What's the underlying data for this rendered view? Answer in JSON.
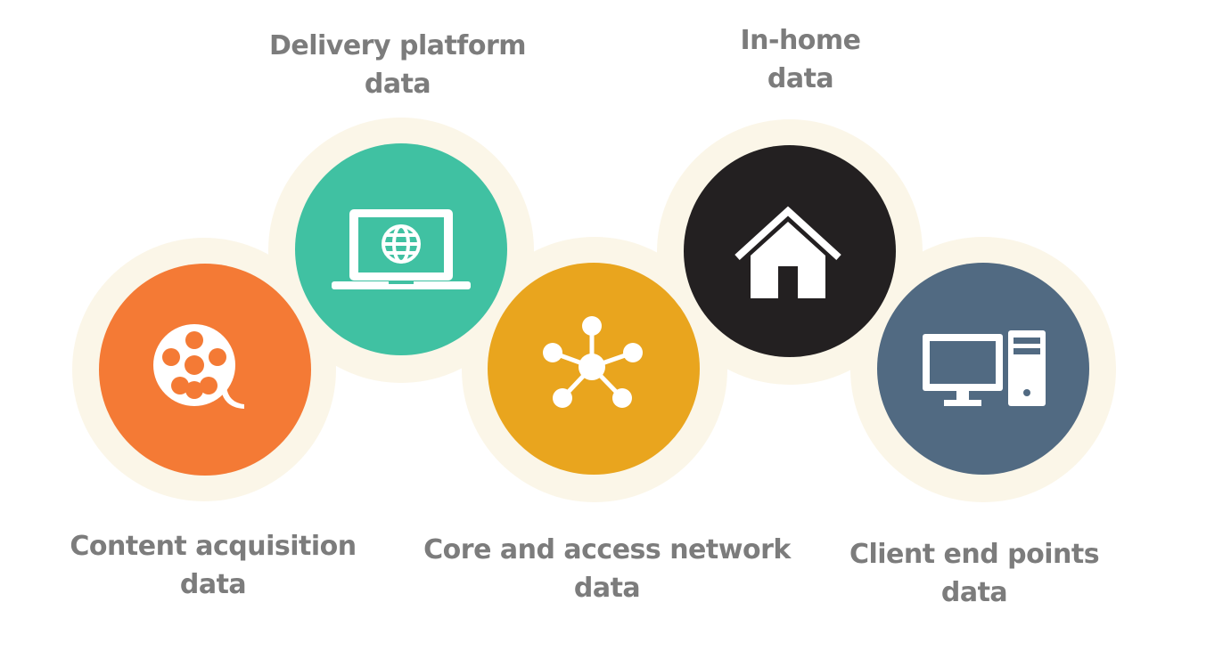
{
  "nodes": [
    {
      "id": "content",
      "icon": "film-reel-icon",
      "color": "#f47a35",
      "label_line1": "Content acquisition",
      "label_line2": "data"
    },
    {
      "id": "delivery",
      "icon": "laptop-globe-icon",
      "color": "#40c1a2",
      "label_line1": "Delivery platform",
      "label_line2": "data"
    },
    {
      "id": "network",
      "icon": "network-hub-icon",
      "color": "#e9a51e",
      "label_line1": "Core and access network",
      "label_line2": "data"
    },
    {
      "id": "inhome",
      "icon": "house-icon",
      "color": "#232021",
      "label_line1": "In-home",
      "label_line2": "data"
    },
    {
      "id": "client",
      "icon": "desktop-computer-icon",
      "color": "#516a82",
      "label_line1": "Client end points",
      "label_line2": "data"
    }
  ],
  "halo_color": "#fbf6e8",
  "label_color": "#7c7c7c"
}
